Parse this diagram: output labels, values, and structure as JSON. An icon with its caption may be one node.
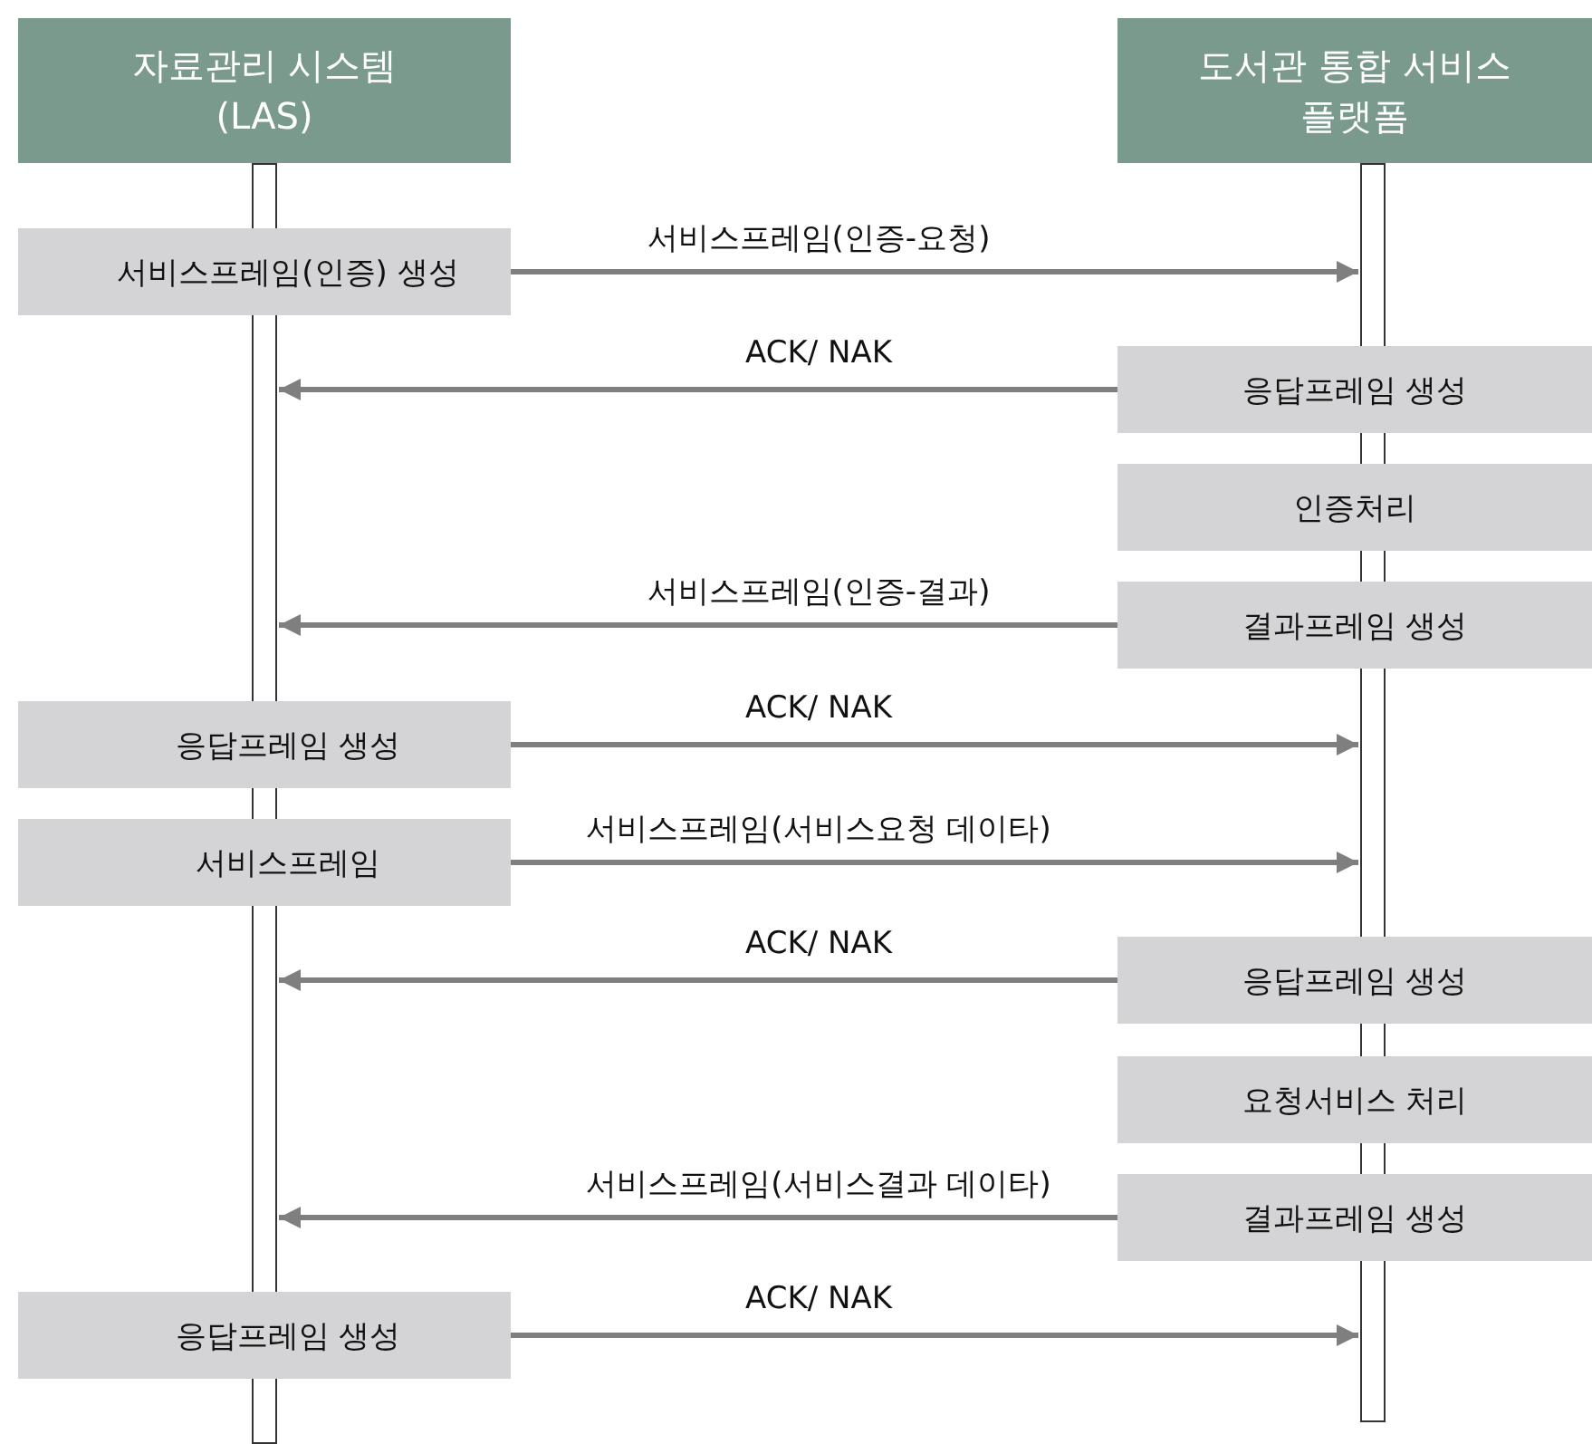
{
  "diagram": {
    "nodes": [
      {
        "text": [
          "자료관리 시스템 (LAS)"
        ]
      },
      {
        "text": [
          "도서관 통합 서비스 플랫폼"
        ]
      },
      {
        "text": [],
        "shape": "bar"
      },
      {
        "text": [],
        "shape": "bar"
      },
      {
        "text": [
          "서비스프레임(인증) 생성"
        ]
      },
      {
        "text": [
          "응답프레임 생성"
        ]
      },
      {
        "text": [
          "인증처리"
        ]
      },
      {
        "text": [
          "결과프레임 생성"
        ]
      },
      {
        "text": [
          "응답프레임 생성"
        ]
      },
      {
        "text": [
          "서비스프레임"
        ]
      },
      {
        "text": [
          "응답프레임 생성"
        ]
      },
      {
        "text": [
          "요청서비스 처리"
        ]
      },
      {
        "text": [
          "결과프레임 생성"
        ]
      },
      {
        "text": [
          "응답프레임 생성"
        ]
      }
    ],
    "edges": [
      {
        "from": 4,
        "to": 3,
        "arrow": "to",
        "label": "서비스프레임(인증-요청)"
      },
      {
        "from": 5,
        "to": 2,
        "arrow": "to",
        "label": "ACK/ NAK"
      },
      {
        "from": 7,
        "to": 2,
        "arrow": "to",
        "label": "서비스프레임(인증-결과)"
      },
      {
        "from": 8,
        "to": 3,
        "arrow": "to",
        "label": "ACK/ NAK"
      },
      {
        "from": 9,
        "to": 3,
        "arrow": "to",
        "label": "서비스프레임(서비스요청 데이타)"
      },
      {
        "from": 10,
        "to": 2,
        "arrow": "to",
        "label": "ACK/ NAK"
      },
      {
        "from": 12,
        "to": 2,
        "arrow": "to",
        "label": "서비스프레임(서비스결과 데이타)"
      },
      {
        "from": 13,
        "to": 3,
        "arrow": "to",
        "label": "ACK/ NAK"
      }
    ]
  }
}
